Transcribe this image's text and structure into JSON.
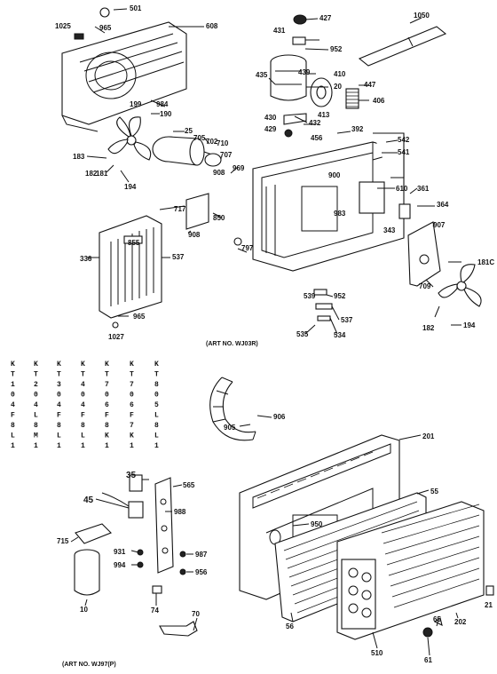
{
  "models": [
    "KT104F8L1",
    "KT204L8M1",
    "KT304F8L1",
    "KT404F8L1",
    "KT706F8K1",
    "KT706F7K1",
    "KT805L8L1"
  ],
  "art_numbers": {
    "upper": "(ART NO. WJ03R)",
    "lower": "(ART NO. WJ97(P)"
  },
  "labels": {
    "p501": "501",
    "p1025": "1025",
    "p965a": "965",
    "p608": "608",
    "p427": "427",
    "p431": "431",
    "p952a": "952",
    "p1050": "1050",
    "p435": "435",
    "p439": "439",
    "p410": "410",
    "p20": "20",
    "p447": "447",
    "p406": "406",
    "p432": "432",
    "p413": "413",
    "p430": "430",
    "p429": "429",
    "p199": "199",
    "p984": "984",
    "p190": "190",
    "p25": "25",
    "p705": "705",
    "p702": "702",
    "p710": "710",
    "p707": "707",
    "p183": "183",
    "p182": "182",
    "p181": "181",
    "p194a": "194",
    "p908a": "908",
    "p456": "456",
    "p392": "392",
    "p542": "542",
    "p541": "541",
    "p969": "969",
    "p900": "900",
    "p610": "610",
    "p361": "361",
    "p364": "364",
    "p717": "717",
    "p850": "850",
    "p908b": "908",
    "p983": "983",
    "p343": "343",
    "p907": "907",
    "p181b": "181C",
    "p855": "855",
    "p336": "336",
    "p537a": "537",
    "p797": "797",
    "p709": "709",
    "p965b": "965",
    "p1027": "1027",
    "p539": "539",
    "p952b": "952",
    "p537b": "537",
    "p535": "535",
    "p534": "534",
    "p182b": "182",
    "p194b": "194",
    "p905": "905",
    "p906": "906",
    "p201": "201",
    "p35": "35",
    "p565": "565",
    "p45": "45",
    "p988": "988",
    "p55": "55",
    "p950": "950",
    "p715": "715",
    "p931": "931",
    "p987": "987",
    "p994": "994",
    "p956": "956",
    "p10": "10",
    "p74": "74",
    "p70": "70",
    "p56": "56",
    "p510": "510",
    "p202": "202",
    "p65": "65",
    "p61": "61",
    "p21": "21"
  }
}
